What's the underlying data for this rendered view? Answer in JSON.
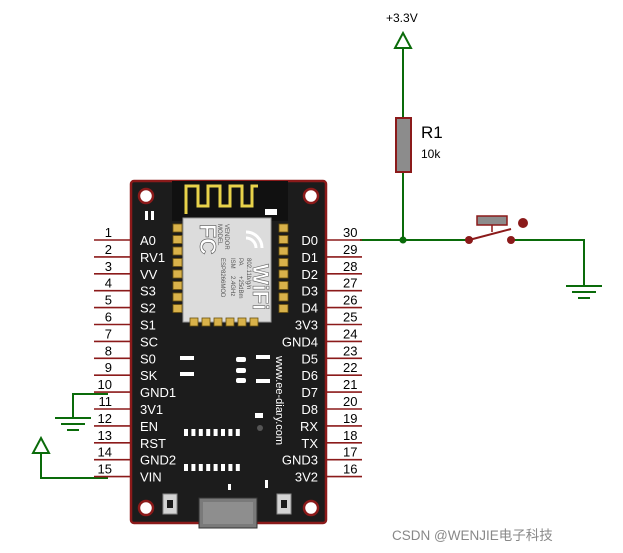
{
  "supply": {
    "label": "+3.3V"
  },
  "resistor": {
    "ref": "R1",
    "value": "10k"
  },
  "board": {
    "vendor_tag": "FC",
    "module_model_text": "MODEL",
    "module_vendor_text": "VENDOR",
    "module_chip": "ESP8266MOD",
    "module_ism": "ISM",
    "module_freq": "2.4GHz",
    "module_pa": "PA",
    "module_power": "+25dBm",
    "module_std": "802.11b/g/n",
    "wifi_text": "WiFi",
    "website": "www.ee-diary.com",
    "left_pins": [
      {
        "num": "1",
        "label": "A0"
      },
      {
        "num": "2",
        "label": "RV1"
      },
      {
        "num": "3",
        "label": "VV"
      },
      {
        "num": "4",
        "label": "S3"
      },
      {
        "num": "5",
        "label": "S2"
      },
      {
        "num": "6",
        "label": "S1"
      },
      {
        "num": "7",
        "label": "SC"
      },
      {
        "num": "8",
        "label": "S0"
      },
      {
        "num": "9",
        "label": "SK"
      },
      {
        "num": "10",
        "label": "GND1"
      },
      {
        "num": "11",
        "label": "3V1"
      },
      {
        "num": "12",
        "label": "EN"
      },
      {
        "num": "13",
        "label": "RST"
      },
      {
        "num": "14",
        "label": "GND2"
      },
      {
        "num": "15",
        "label": "VIN"
      }
    ],
    "right_pins": [
      {
        "num": "30",
        "label": "D0"
      },
      {
        "num": "29",
        "label": "D1"
      },
      {
        "num": "28",
        "label": "D2"
      },
      {
        "num": "27",
        "label": "D3"
      },
      {
        "num": "26",
        "label": "D4"
      },
      {
        "num": "25",
        "label": "3V3"
      },
      {
        "num": "24",
        "label": "GND4"
      },
      {
        "num": "23",
        "label": "D5"
      },
      {
        "num": "22",
        "label": "D6"
      },
      {
        "num": "21",
        "label": "D7"
      },
      {
        "num": "20",
        "label": "D8"
      },
      {
        "num": "19",
        "label": "RX"
      },
      {
        "num": "18",
        "label": "TX"
      },
      {
        "num": "17",
        "label": "GND3"
      },
      {
        "num": "16",
        "label": "3V2"
      }
    ]
  },
  "watermark": "CSDN @WENJIE电子科技",
  "colors": {
    "wire": "#0a6b0a",
    "board": "#1c1c1c",
    "board_border": "#8b1a1a",
    "pin": "#8b1a1a",
    "resistor_body": "#8c8c8c",
    "module_shield": "#dcdcdc",
    "button_cap": "#8b1a1a"
  }
}
